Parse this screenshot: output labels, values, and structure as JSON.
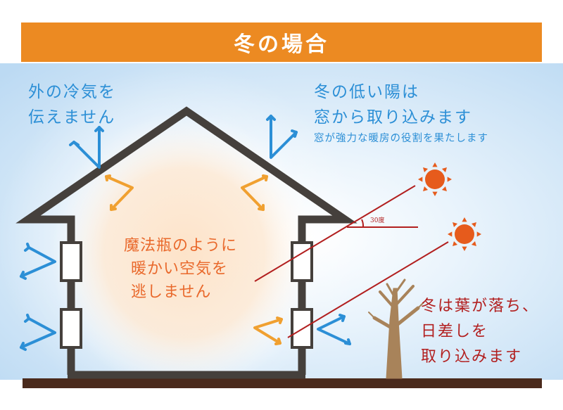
{
  "title": "冬の場合",
  "outside": {
    "line1": "外の冷気を",
    "line2": "伝えません"
  },
  "sun": {
    "line1": "冬の低い陽は",
    "line2": "窓から取り込みます",
    "sub": "窓が強力な暖房の役割を果たします"
  },
  "thermos": {
    "line1": "魔法瓶のように",
    "line2": "暖かい空気を",
    "line3": "逃しません"
  },
  "tree": {
    "line1": "冬は葉が落ち、",
    "line2": "日差しを",
    "line3": "取り込みます"
  },
  "angle_label": "30度",
  "colors": {
    "title_bg": "#ec8a22",
    "cold_blue": "#2c8fd6",
    "warm_orange": "#f0a030",
    "sun_ray_red": "#b21f1f",
    "house_outline": "#45403c",
    "ground": "#4a2a1c",
    "tree": "#a8835a",
    "sun": "#e65b1c"
  },
  "icons": {
    "sun": "sun-icon",
    "tree": "bare-tree-icon",
    "house": "house-icon"
  }
}
